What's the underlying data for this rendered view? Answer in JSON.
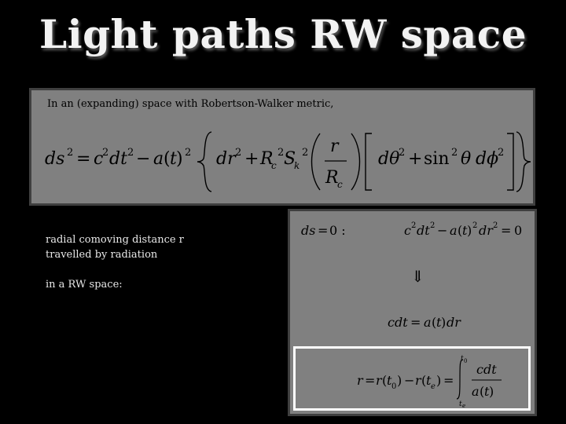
{
  "slide": {
    "title": "Light paths RW space",
    "intro": "In an (expanding)  space  with Robertson-Walker metric,",
    "left_line1": "radial comoving distance r",
    "left_line2": "travelled by radiation",
    "left_line3": "in a RW space:"
  }
}
